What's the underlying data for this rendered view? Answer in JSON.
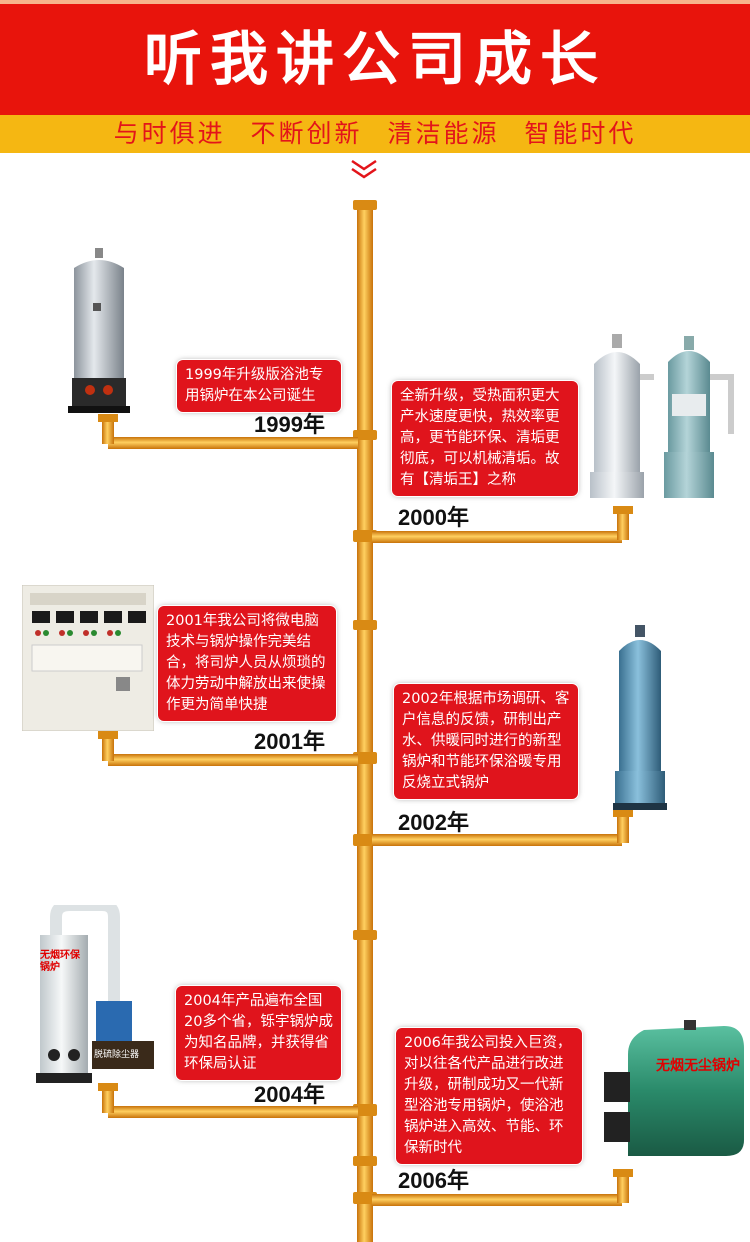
{
  "header": {
    "title": "听我讲公司成长",
    "subtitle": "与时俱进 不断创新 清洁能源 智能时代"
  },
  "colors": {
    "red": "#e8140c",
    "band": "#f5b712",
    "pipe": "#f0a020"
  },
  "timeline": [
    {
      "year": "1999年",
      "text": "1999年升级版浴池专用锅炉在本公司诞生"
    },
    {
      "year": "2000年",
      "text": "全新升级，受热面积更大产水速度更快，热效率更高，更节能环保、清垢更彻底，可以机械清垢。故有【清垢王】之称"
    },
    {
      "year": "2001年",
      "text": "2001年我公司将微电脑技术与锅炉操作完美结合，将司炉人员从烦琐的体力劳动中解放出来使操作更为简单快捷"
    },
    {
      "year": "2002年",
      "text": "2002年根据市场调研、客户信息的反馈，研制出产水、供暖同时进行的新型锅炉和节能环保浴暖专用反烧立式锅炉"
    },
    {
      "year": "2004年",
      "text": "2004年产品遍布全国20多个省，铄宇锅炉成为知名品牌，并获得省环保局认证"
    },
    {
      "year": "2006年",
      "text": "2006年我公司投入巨资，对以往各代产品进行改进升级，研制成功又一代新型浴池专用锅炉，使浴池锅炉进入高效、节能、环保新时代"
    }
  ],
  "product_labels": {
    "boiler_2004": "无烟环保锅炉",
    "dust_2004": "脱硫除尘器",
    "boiler_2006": "无烟无尘锅炉"
  },
  "icons": {
    "scroll_hint": "double-chevron-down-icon"
  }
}
